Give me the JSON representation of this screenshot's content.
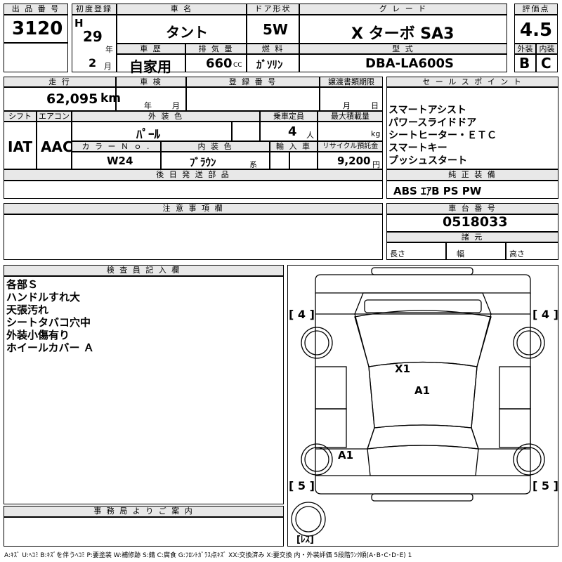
{
  "labels": {
    "lot_no": "出 品 番 号",
    "first_reg": "初度登録",
    "car_name": "車 名",
    "door_type": "ドア形状",
    "grade": "グ レ ー ド",
    "score": "評価点",
    "history": "車 歴",
    "displacement": "排 気 量",
    "fuel": "燃 料",
    "model_type": "型 式",
    "exterior": "外装",
    "interior": "内装",
    "mileage": "走 行",
    "inspection": "車 検",
    "reg_no": "登 録 番 号",
    "transfer_deadline": "譲渡書類期限",
    "sales_points": "セ ー ル ス ポ イ ン ト",
    "shift": "シフト",
    "aircon": "エアコン",
    "ext_color": "外 装 色",
    "capacity": "乗車定員",
    "max_load": "最大積載量",
    "color_no": "カ ラ ー Ｎ ｏ .",
    "int_color": "内 装 色",
    "import": "輸 入 車",
    "recycle": "リサイクル預託金",
    "later_parts": "後 日 発 送 部 品",
    "genuine_equipment": "純 正 装 備",
    "notes": "注 意 事 項 欄",
    "chassis_no": "車 台 番 号",
    "specs": "諸 元",
    "inspector_notes": "検 査 員 記 入 欄",
    "office_notice": "事 務 局 よ り ご 案 内"
  },
  "units": {
    "year": "年",
    "month": "月",
    "cc": "CC",
    "km": "km",
    "persons": "人",
    "kg": "kg",
    "yen": "円",
    "kei": "系",
    "length": "長さ",
    "width": "幅",
    "height": "高さ"
  },
  "values": {
    "lot_no": "3120",
    "era": "H",
    "year": "29",
    "car_name": "タント",
    "door_type": "5W",
    "grade": "X ターボ SA3",
    "score": "4.5",
    "month": "2",
    "history": "自家用",
    "displacement": "660",
    "fuel": "ｶﾞｿﾘﾝ",
    "model_type": "DBA-LA600S",
    "exterior": "B",
    "interior": "C",
    "mileage": "62,095",
    "shift": "IAT",
    "aircon": "AAC",
    "ext_color": "ﾊﾟｰﾙ",
    "capacity": "4",
    "color_no": "W24",
    "int_color": "ﾌﾞﾗｳﾝ",
    "recycle": "9,200",
    "genuine_equipment": "ABS ｴｱB PS PW",
    "chassis_no": "0518033"
  },
  "sales_points": [
    "スマートアシスト",
    "パワースライドドア",
    "シートヒーター・ＥＴＣ",
    "スマートキー",
    "プッシュスタート"
  ],
  "inspector_notes": [
    "各部Ｓ",
    "ハンドルすれ大",
    "天張汚れ",
    "シートタバコ穴中",
    "外装小傷有り",
    "ホイールカバー Ａ"
  ],
  "diagram": {
    "tire_front_left": "[ 4 ]",
    "tire_front_right": "[ 4 ]",
    "tire_rear_left": "[ 5 ]",
    "tire_rear_right": "[ 5 ]",
    "spare": "[ﾚｽ]",
    "mark_windshield": "X1",
    "mark_roof": "A1",
    "mark_side": "A1"
  },
  "legend": "A:ｷｽﾞ U:ﾍｺﾐ B:ｷｽﾞを伴うﾍｺﾐ P:要塗装 W:補修跡 S:錆 C:腐食 G:ﾌﾛﾝﾄｶﾞﾗｽ点ｷｽﾞ XX:交換済み X:要交換  内・外装評価 5段階ﾗﾝｸ順(A･B･C･D･E) 1"
}
